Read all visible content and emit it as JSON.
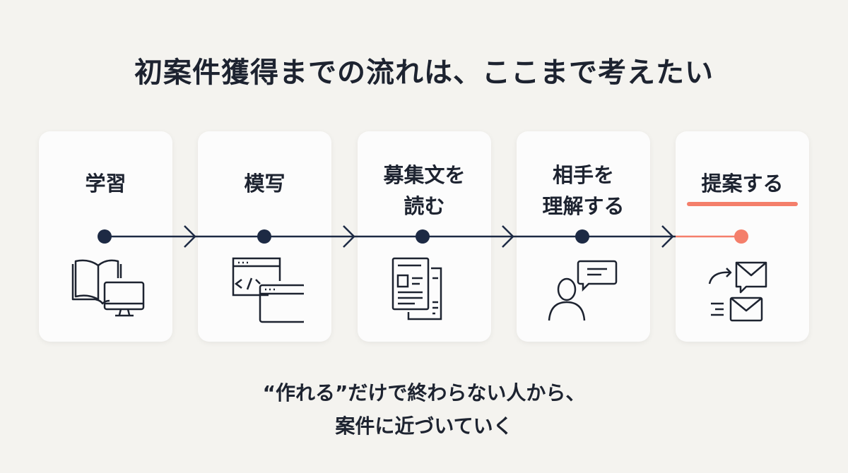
{
  "title": "初案件獲得までの流れは、ここまで考えたい",
  "steps": [
    {
      "label": "学習",
      "icon": "book-monitor-icon"
    },
    {
      "label": "模写",
      "icon": "code-windows-icon"
    },
    {
      "label": "募集文を\n読む",
      "icon": "document-icon"
    },
    {
      "label": "相手を\n理解する",
      "icon": "person-chat-icon"
    },
    {
      "label": "提案する",
      "icon": "send-mail-icon",
      "highlight": true
    }
  ],
  "footer": {
    "line1": "“作れる”だけで終わらない人から、",
    "line2": "案件に近づいていく"
  },
  "colors": {
    "dark": "#1d2a44",
    "accent": "#f47f6b",
    "text": "#1d2330"
  }
}
